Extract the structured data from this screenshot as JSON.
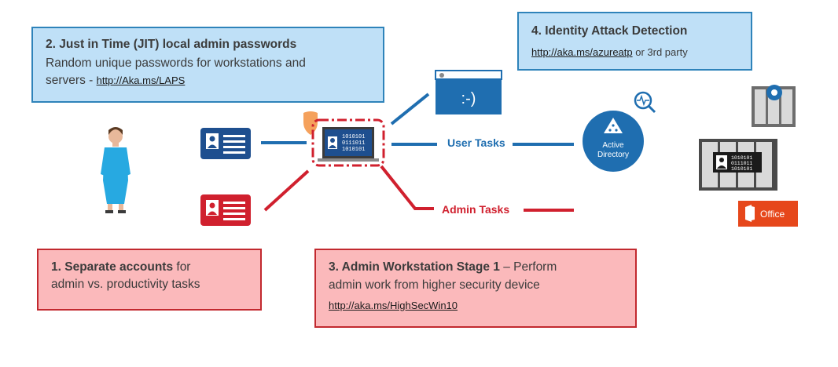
{
  "box2": {
    "title": "2. Just in Time (JIT) local admin passwords",
    "line1": "Random unique passwords for workstations and",
    "line2_prefix": "servers - ",
    "link": "http://Aka.ms/LAPS"
  },
  "box4": {
    "title": "4. Identity Attack Detection",
    "link": "http://aka.ms/azureatp",
    "suffix": " or 3rd party"
  },
  "box1": {
    "title": "1. Separate accounts",
    "title_suffix": " for",
    "line2": "admin vs. productivity tasks"
  },
  "box3": {
    "title": "3. Admin Workstation Stage 1",
    "title_suffix": " – Perform",
    "line2": "admin work from higher security device",
    "link": "http://aka.ms/HighSecWin10"
  },
  "edges": {
    "user_tasks": "User Tasks",
    "admin_tasks": "Admin Tasks"
  },
  "nodes": {
    "smiley": ":-)",
    "active_directory_line1": "Active",
    "active_directory_line2": "Directory",
    "binary1": "1010101",
    "binary2": "0111011",
    "binary3": "1010101",
    "office": "Office"
  },
  "colors": {
    "blue": "#1f6eb0",
    "red": "#d0202e",
    "box_blue_fill": "#bfe0f7",
    "box_red_fill": "#fbb9bb",
    "office": "#e6471b",
    "person": "#27a9e1"
  },
  "icons": [
    "person-icon",
    "user-id-card-icon",
    "admin-id-card-icon",
    "laptop-icon",
    "shield-icon",
    "browser-window-icon",
    "active-directory-icon",
    "magnifier-pulse-icon",
    "server-gear-icon",
    "server-rack-icon",
    "office-logo-icon"
  ]
}
